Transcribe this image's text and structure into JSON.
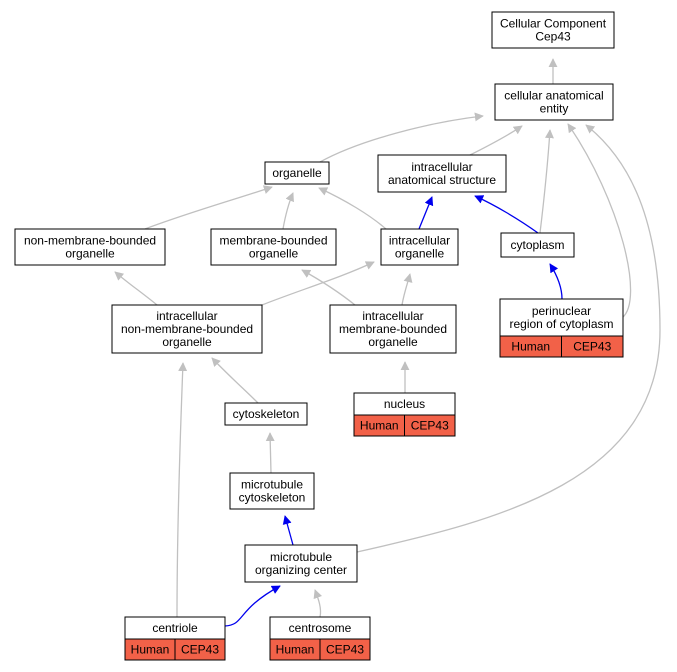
{
  "colors": {
    "grey_edge": "#c0c0c0",
    "blue_edge": "#0000ee",
    "annotation_fill": "#f26148",
    "node_fill": "#ffffff",
    "border": "#000000"
  },
  "nodes": {
    "cellular_component": {
      "lines": [
        "Cellular Component",
        "Cep43"
      ]
    },
    "cellular_anatomical_entity": {
      "lines": [
        "cellular anatomical",
        "entity"
      ]
    },
    "organelle": {
      "lines": [
        "organelle"
      ]
    },
    "intracellular_anatomical_structure": {
      "lines": [
        "intracellular",
        "anatomical structure"
      ]
    },
    "non_membrane_bounded_organelle": {
      "lines": [
        "non-membrane-bounded",
        "organelle"
      ]
    },
    "membrane_bounded_organelle": {
      "lines": [
        "membrane-bounded",
        "organelle"
      ]
    },
    "intracellular_organelle": {
      "lines": [
        "intracellular",
        "organelle"
      ]
    },
    "cytoplasm": {
      "lines": [
        "cytoplasm"
      ]
    },
    "perinuclear_region": {
      "lines": [
        "perinuclear",
        "region of cytoplasm"
      ],
      "annotation": [
        "Human",
        "CEP43"
      ]
    },
    "intracellular_non_membrane_bounded_organelle": {
      "lines": [
        "intracellular",
        "non-membrane-bounded",
        "organelle"
      ]
    },
    "intracellular_membrane_bounded_organelle": {
      "lines": [
        "intracellular",
        "membrane-bounded",
        "organelle"
      ]
    },
    "nucleus": {
      "lines": [
        "nucleus"
      ],
      "annotation": [
        "Human",
        "CEP43"
      ]
    },
    "cytoskeleton": {
      "lines": [
        "cytoskeleton"
      ]
    },
    "microtubule_cytoskeleton": {
      "lines": [
        "microtubule",
        "cytoskeleton"
      ]
    },
    "microtubule_organizing_center": {
      "lines": [
        "microtubule",
        "organizing center"
      ]
    },
    "centriole": {
      "lines": [
        "centriole"
      ],
      "annotation": [
        "Human",
        "CEP43"
      ]
    },
    "centrosome": {
      "lines": [
        "centrosome"
      ],
      "annotation": [
        "Human",
        "CEP43"
      ]
    }
  },
  "edges": [
    {
      "from": "cellular_anatomical_entity",
      "to": "cellular_component",
      "relation": "is_a"
    },
    {
      "from": "organelle",
      "to": "cellular_anatomical_entity",
      "relation": "is_a"
    },
    {
      "from": "intracellular_anatomical_structure",
      "to": "cellular_anatomical_entity",
      "relation": "is_a"
    },
    {
      "from": "cytoplasm",
      "to": "cellular_anatomical_entity",
      "relation": "is_a"
    },
    {
      "from": "perinuclear_region",
      "to": "cellular_anatomical_entity",
      "relation": "is_a"
    },
    {
      "from": "microtubule_organizing_center",
      "to": "cellular_anatomical_entity",
      "relation": "is_a"
    },
    {
      "from": "non_membrane_bounded_organelle",
      "to": "organelle",
      "relation": "is_a"
    },
    {
      "from": "membrane_bounded_organelle",
      "to": "organelle",
      "relation": "is_a"
    },
    {
      "from": "intracellular_organelle",
      "to": "organelle",
      "relation": "is_a"
    },
    {
      "from": "intracellular_organelle",
      "to": "intracellular_anatomical_structure",
      "relation": "part_of"
    },
    {
      "from": "cytoplasm",
      "to": "intracellular_anatomical_structure",
      "relation": "part_of"
    },
    {
      "from": "perinuclear_region",
      "to": "cytoplasm",
      "relation": "part_of"
    },
    {
      "from": "intracellular_non_membrane_bounded_organelle",
      "to": "non_membrane_bounded_organelle",
      "relation": "is_a"
    },
    {
      "from": "intracellular_non_membrane_bounded_organelle",
      "to": "intracellular_organelle",
      "relation": "is_a"
    },
    {
      "from": "intracellular_membrane_bounded_organelle",
      "to": "membrane_bounded_organelle",
      "relation": "is_a"
    },
    {
      "from": "intracellular_membrane_bounded_organelle",
      "to": "intracellular_organelle",
      "relation": "is_a"
    },
    {
      "from": "nucleus",
      "to": "intracellular_membrane_bounded_organelle",
      "relation": "is_a"
    },
    {
      "from": "cytoskeleton",
      "to": "intracellular_non_membrane_bounded_organelle",
      "relation": "is_a"
    },
    {
      "from": "centriole",
      "to": "intracellular_non_membrane_bounded_organelle",
      "relation": "is_a"
    },
    {
      "from": "microtubule_cytoskeleton",
      "to": "cytoskeleton",
      "relation": "is_a"
    },
    {
      "from": "microtubule_organizing_center",
      "to": "microtubule_cytoskeleton",
      "relation": "part_of"
    },
    {
      "from": "centriole",
      "to": "microtubule_organizing_center",
      "relation": "part_of"
    },
    {
      "from": "centrosome",
      "to": "microtubule_organizing_center",
      "relation": "is_a"
    }
  ]
}
